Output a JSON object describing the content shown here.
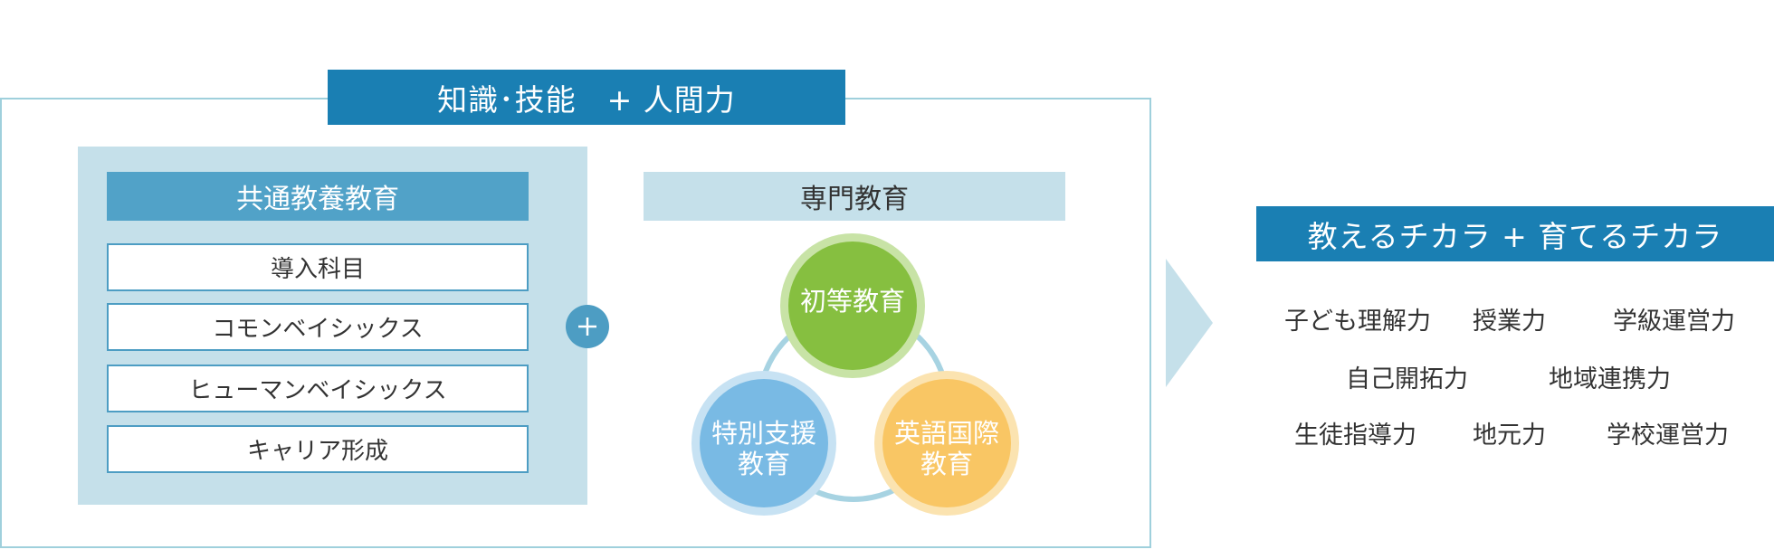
{
  "main_title": "知識･技能　+ 人間力",
  "common_education": {
    "header": "共通教養教育",
    "subjects": [
      "導入科目",
      "コモンベイシックス",
      "ヒューマンベイシックス",
      "キャリア形成"
    ]
  },
  "special_education": {
    "header": "専門教育",
    "circles": [
      {
        "label": "初等教育",
        "color": "#86bf40",
        "ring": "#c8e3a6"
      },
      {
        "label": "特別支援教育",
        "label_lines": [
          "特別支援",
          "教育"
        ],
        "color": "#79bae4",
        "ring": "#c7e2f3"
      },
      {
        "label": "英語国際教育",
        "label_lines": [
          "英語国際",
          "教育"
        ],
        "color": "#f9c664",
        "ring": "#fbe3b0"
      }
    ]
  },
  "right_title": "教えるチカラ + 育てるチカラ",
  "abilities": [
    "子ども理解力",
    "授業力",
    "学級運営力",
    "自己開拓力",
    "地域連携力",
    "生徒指導力",
    "地元力",
    "学校運営力"
  ],
  "colors": {
    "title_blue": "#1a7fb3",
    "panel_light_blue": "#c5e0ea",
    "header_blue": "#51a2c8",
    "frame_border": "#9fd0dc",
    "connector_ring": "#a7d3e2"
  },
  "icons": {
    "plus": "plus-icon",
    "arrow": "arrow-right-icon"
  }
}
